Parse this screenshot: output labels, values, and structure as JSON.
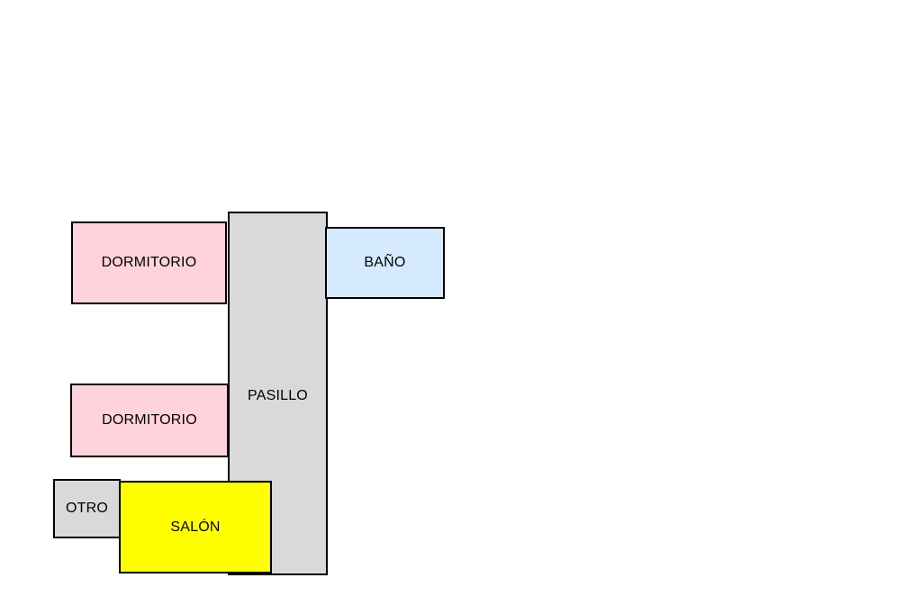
{
  "rooms": {
    "pasillo": {
      "label": "PASILLO",
      "color": "#d9d9d9"
    },
    "dormitorio_1": {
      "label": "DORMITORIO",
      "color": "#ffd3dc"
    },
    "dormitorio_2": {
      "label": "DORMITORIO",
      "color": "#ffd3dc"
    },
    "bano": {
      "label": "BAÑO",
      "color": "#d6eaff"
    },
    "otro": {
      "label": "OTRO",
      "color": "#d9d9d9"
    },
    "salon": {
      "label": "SALÓN",
      "color": "#ffff00"
    }
  }
}
